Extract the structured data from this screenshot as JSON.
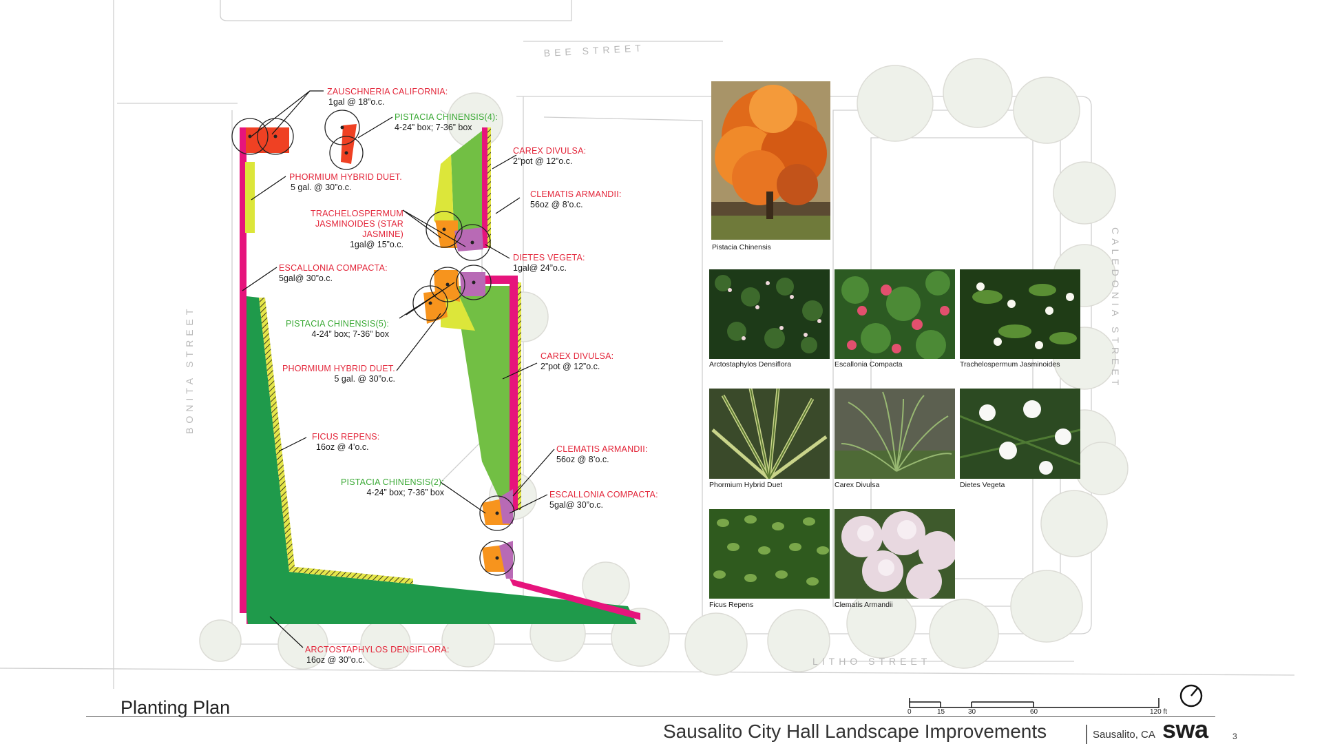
{
  "page": {
    "plan_title": "Planting Plan",
    "project_title": "Sausalito City Hall Landscape Improvements",
    "location": "Sausalito, CA",
    "logo": "swa",
    "page_number": "3"
  },
  "streets": {
    "north": "BEE STREET",
    "south": "LITHO STREET",
    "west": "BONITA STREET",
    "east": "CALEDONIA STREET"
  },
  "callouts": [
    {
      "name": "ZAUSCHNERIA CALIFORNIA:",
      "spec": "1gal @ 18”o.c.",
      "color": "red"
    },
    {
      "name": "PISTACIA CHINENSIS(4):",
      "spec": "4-24” box; 7-36” box",
      "color": "green"
    },
    {
      "name": "CAREX DIVULSA:",
      "spec": "2”pot @ 12”o.c.",
      "color": "red"
    },
    {
      "name": "PHORMIUM HYBRID DUET.",
      "spec": "5 gal. @ 30”o.c.",
      "color": "red"
    },
    {
      "name": "CLEMATIS ARMANDII:",
      "spec": "56oz @ 8’o.c.",
      "color": "red"
    },
    {
      "name": "TRACHELOSPERMUM JASMINOIDES (STAR JASMINE)",
      "spec": "1gal@ 15”o.c.",
      "color": "red"
    },
    {
      "name": "DIETES VEGETA:",
      "spec": "1gal@ 24”o.c.",
      "color": "red"
    },
    {
      "name": "ESCALLONIA COMPACTA:",
      "spec": "5gal@ 30”o.c.",
      "color": "red"
    },
    {
      "name": "PISTACIA CHINENSIS(5):",
      "spec": "4-24” box; 7-36” box",
      "color": "green"
    },
    {
      "name": "CAREX DIVULSA:",
      "spec": "2”pot @ 12”o.c.",
      "color": "red"
    },
    {
      "name": "PHORMIUM HYBRID DUET.",
      "spec": "5 gal. @ 30”o.c.",
      "color": "red"
    },
    {
      "name": "FICUS REPENS:",
      "spec": "16oz @ 4’o.c.",
      "color": "red"
    },
    {
      "name": "CLEMATIS ARMANDII:",
      "spec": "56oz @ 8’o.c.",
      "color": "red"
    },
    {
      "name": "PISTACIA CHINENSIS(2):",
      "spec": "4-24” box; 7-36” box",
      "color": "green"
    },
    {
      "name": "ESCALLONIA COMPACTA:",
      "spec": "5gal@ 30”o.c.",
      "color": "red"
    },
    {
      "name": "ARCTOSTAPHYLOS DENSIFLORA:",
      "spec": "16oz @ 30”o.c.",
      "color": "red"
    }
  ],
  "photos": [
    "Pistacia Chinensis",
    "Arctostaphylos Densiflora",
    "Escallonia Compacta",
    "Trachelospermum Jasminoides",
    "Phormium Hybrid Duet",
    "Carex Divulsa",
    "Dietes Vegeta",
    "Ficus Repens",
    "Clematis Armandii"
  ],
  "scale_bar": {
    "ticks": [
      "0",
      "15",
      "30",
      "60",
      "120 ft"
    ]
  },
  "colors": {
    "label_red": "#e3263a",
    "label_green": "#3aa935",
    "bed_green": "#1f9a4b",
    "bed_light_green": "#72bf44",
    "bed_magenta": "#e6147c",
    "bed_yellow": "#dce63a",
    "bed_orange": "#f7941d",
    "bed_purple": "#b86ab5",
    "bed_red": "#ef4123"
  }
}
